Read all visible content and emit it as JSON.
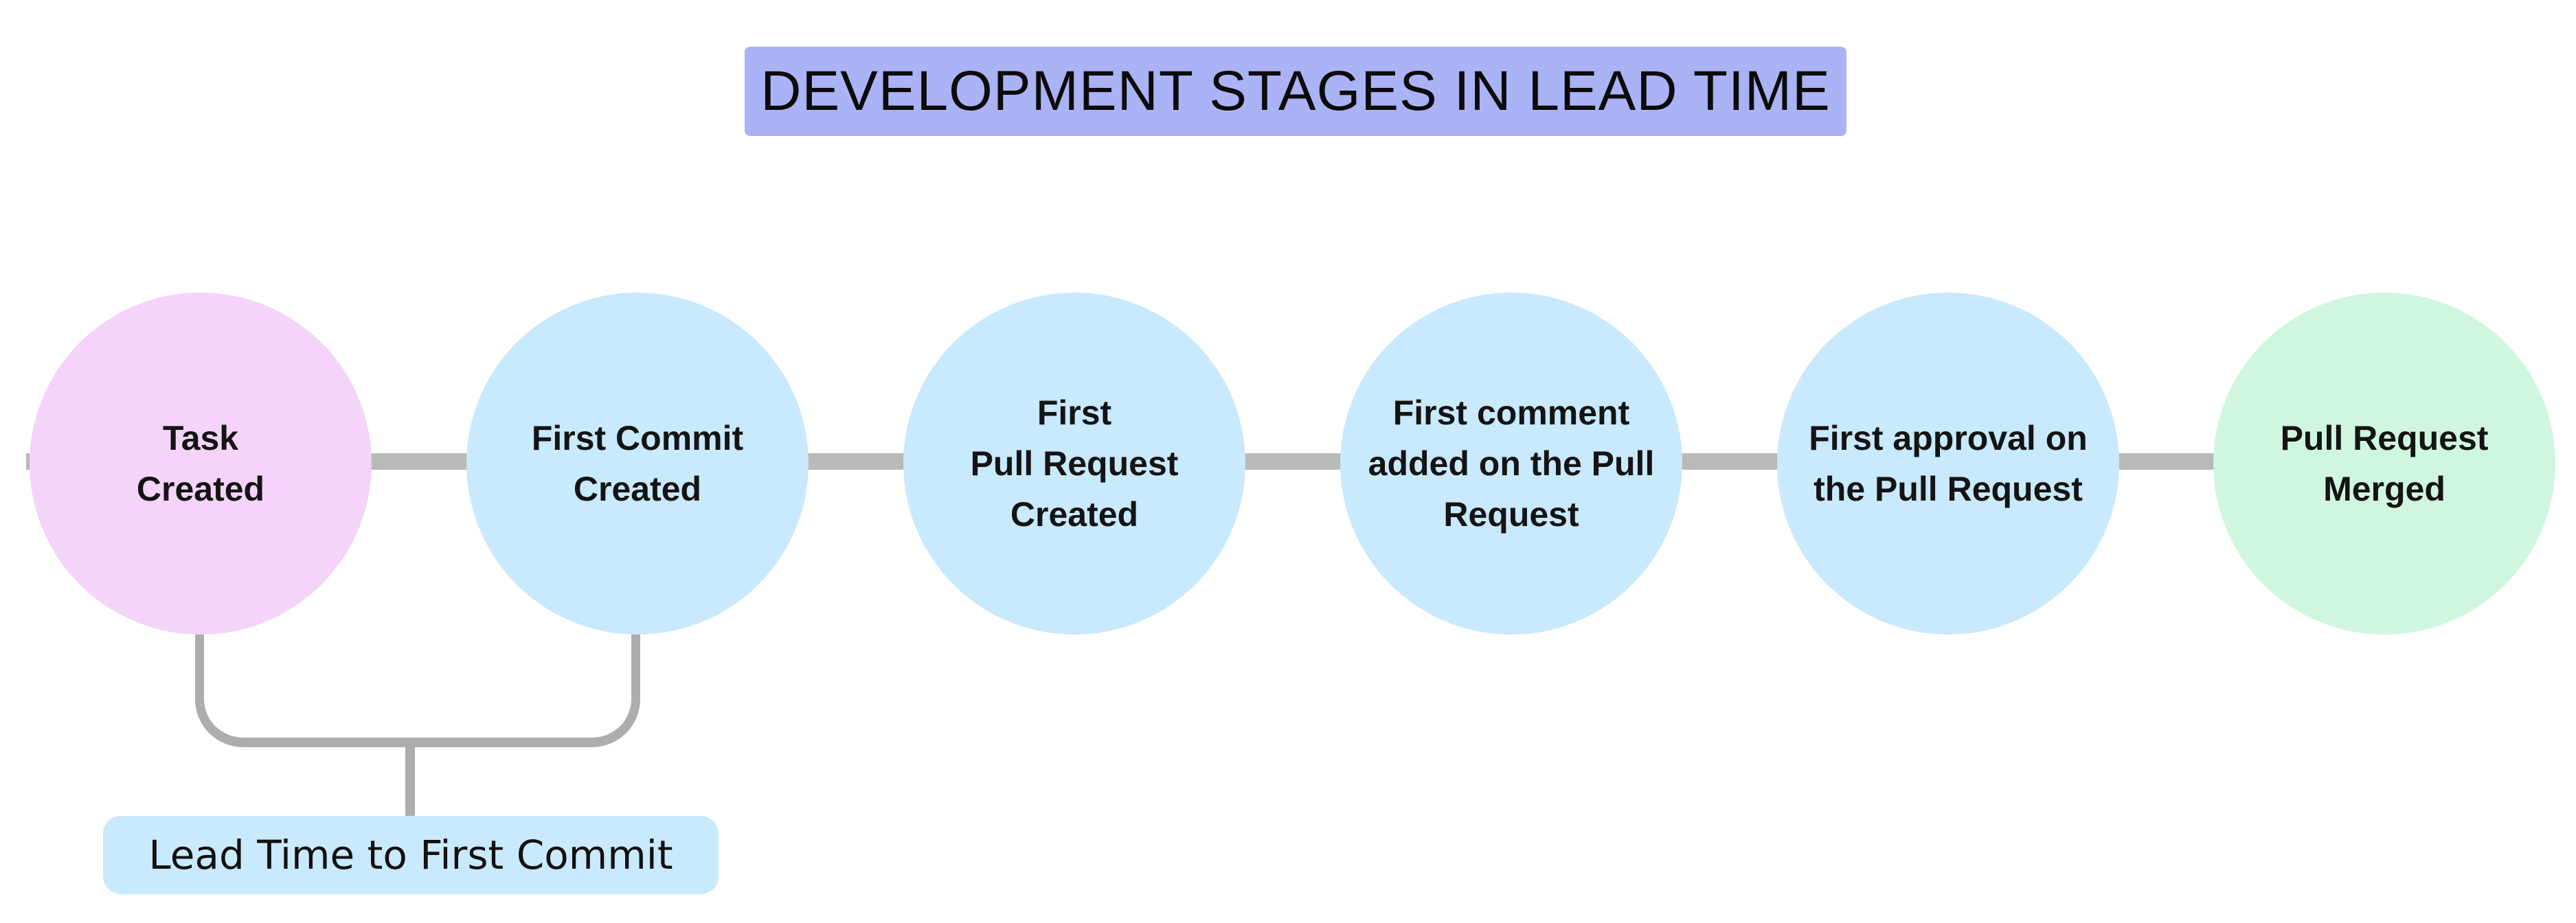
{
  "title": {
    "text": "DEVELOPMENT STAGES IN LEAD TIME",
    "bg": "#a9b3f5"
  },
  "stages": [
    {
      "label": "Task\nCreated",
      "color": "#f4d4f9"
    },
    {
      "label": "First Commit\nCreated",
      "color": "#c9e9fc"
    },
    {
      "label": "First\nPull Request\nCreated",
      "color": "#c9e9fc"
    },
    {
      "label": "First comment\nadded on the Pull\nRequest",
      "color": "#c9e9fc"
    },
    {
      "label": "First approval on\nthe Pull Request",
      "color": "#c9e9fc"
    },
    {
      "label": "Pull Request\nMerged",
      "color": "#d0f6df"
    }
  ],
  "annotation": {
    "label": "Lead Time to First Commit",
    "bg": "#c9eafc"
  },
  "colors": {
    "connector": "#b9b9b9",
    "bracket": "#adadad",
    "text": "#141414"
  }
}
